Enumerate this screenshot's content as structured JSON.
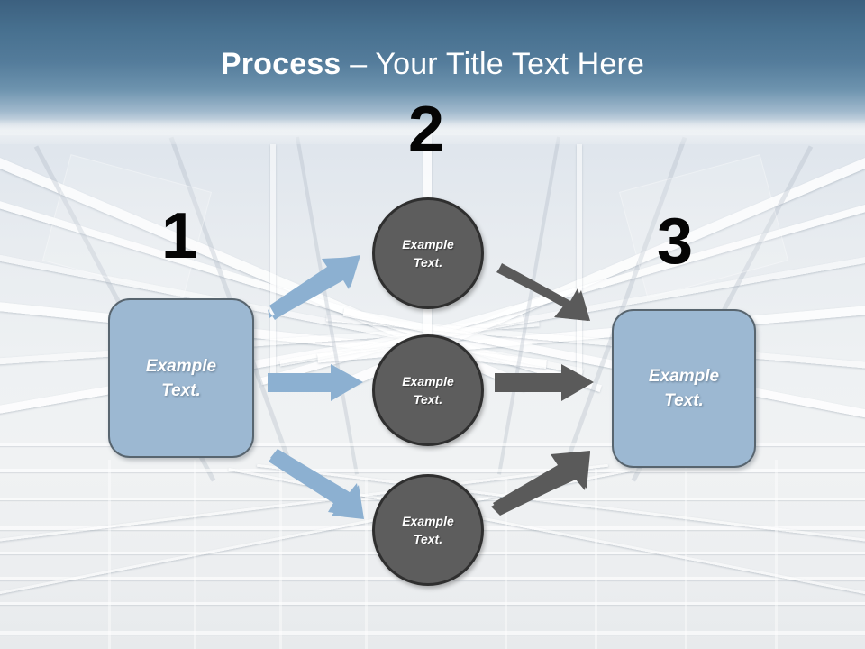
{
  "slide": {
    "title_bold": "Process",
    "title_rest": " – Your Title Text Here",
    "background_description": "greenhouse-roof-structure-photo",
    "colors": {
      "header_band_top": "#3c607f",
      "header_band_bottom": "#d7e0e8",
      "box_fill": "#9cb8d2",
      "box_border": "#58656f",
      "circle_fill": "#5d5d5d",
      "circle_border": "#2f2f2f",
      "arrow_blue": "#8cb0d1",
      "arrow_gray": "#5a5a5a",
      "number_color": "#050505",
      "shape_text": "#ffffff"
    }
  },
  "steps": [
    {
      "number": "1",
      "label": "Example\nText.",
      "shape": "rounded-rectangle"
    },
    {
      "number": "2",
      "label": "Example\nText.",
      "shape": "circle"
    },
    {
      "number": "3",
      "label": "Example\nText.",
      "shape": "rounded-rectangle"
    }
  ],
  "circles": [
    {
      "id": "top",
      "label": "Example\nText."
    },
    {
      "id": "middle",
      "label": "Example\nText."
    },
    {
      "id": "bottom",
      "label": "Example\nText."
    }
  ],
  "arrows": {
    "blue": [
      {
        "id": "left-to-top",
        "direction": "up-right",
        "color": "#8cb0d1"
      },
      {
        "id": "left-to-middle",
        "direction": "right",
        "color": "#8cb0d1"
      },
      {
        "id": "left-to-bottom",
        "direction": "down-right",
        "color": "#8cb0d1"
      }
    ],
    "gray": [
      {
        "id": "top-to-right",
        "direction": "down-right",
        "color": "#5a5a5a"
      },
      {
        "id": "middle-to-right",
        "direction": "right",
        "color": "#5a5a5a"
      },
      {
        "id": "bottom-to-right",
        "direction": "up-right",
        "color": "#5a5a5a"
      }
    ]
  }
}
